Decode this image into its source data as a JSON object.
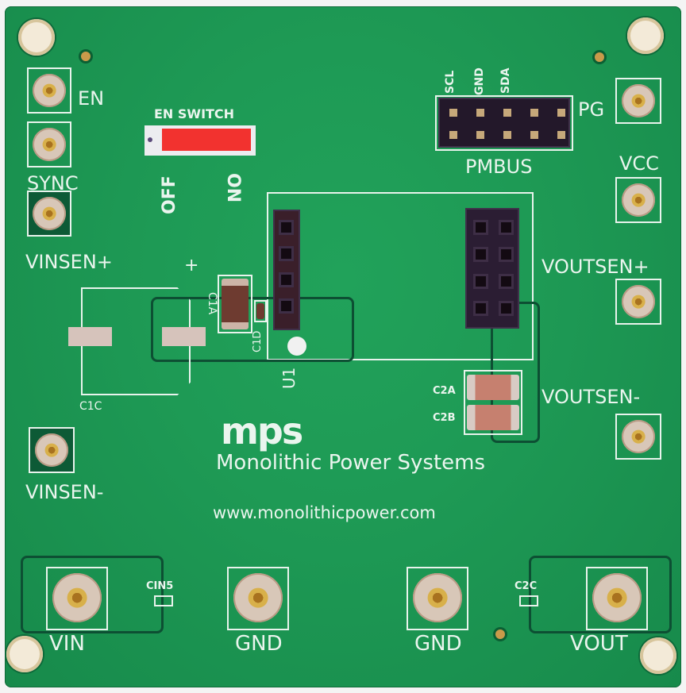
{
  "board": {
    "colors": {
      "pcb_green": "#1e9a55",
      "silkscreen": "#eaf5ee",
      "switch_red": "#f2322f",
      "header_black": "#2a1b2e",
      "capacitor": "#b8786a",
      "gold": "#d8b04a"
    },
    "test_points_left": {
      "en": "EN",
      "sync": "SYNC",
      "vinsen_plus": "VINSEN+",
      "vinsen_minus": "VINSEN-"
    },
    "switch": {
      "title": "EN SWITCH",
      "off": "OFF",
      "on": "ON"
    },
    "pmbus": {
      "label": "PMBUS",
      "pins": [
        "SCL",
        "GND",
        "SDA"
      ]
    },
    "test_points_right": {
      "pg": "PG",
      "vcc": "VCC",
      "voutsen_plus": "VOUTSEN+",
      "voutsen_minus": "VOUTSEN-"
    },
    "components": {
      "c1a": "C1A",
      "c1c": "C1C",
      "c1d": "C1D",
      "u1": "U1",
      "c2a": "C2A",
      "c2b": "C2B",
      "cin5": "CIN5",
      "c2c": "C2C",
      "plus": "+"
    },
    "branding": {
      "logo": "mps",
      "company": "Monolithic Power Systems",
      "url": "www.monolithicpower.com"
    },
    "bottom_terminals": [
      "VIN",
      "GND",
      "GND",
      "VOUT"
    ]
  }
}
